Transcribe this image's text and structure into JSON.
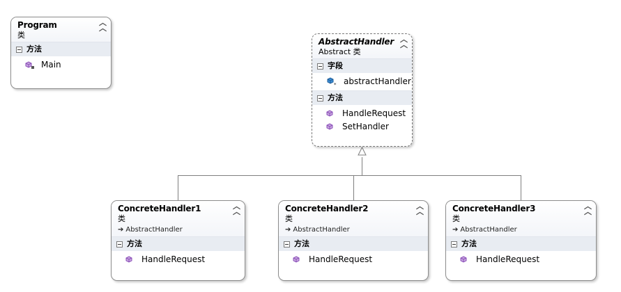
{
  "program": {
    "name": "Program",
    "kind": "类",
    "section_methods": "方法",
    "methods": [
      "Main"
    ]
  },
  "abstract_handler": {
    "name": "AbstractHandler",
    "kind": "Abstract 类",
    "section_fields": "字段",
    "fields": [
      "abstractHandler"
    ],
    "section_methods": "方法",
    "methods": [
      "HandleRequest",
      "SetHandler"
    ]
  },
  "concrete_handlers": [
    {
      "name": "ConcreteHandler1",
      "kind": "类",
      "base": "AbstractHandler",
      "section_methods": "方法",
      "methods": [
        "HandleRequest"
      ]
    },
    {
      "name": "ConcreteHandler2",
      "kind": "类",
      "base": "AbstractHandler",
      "section_methods": "方法",
      "methods": [
        "HandleRequest"
      ]
    },
    {
      "name": "ConcreteHandler3",
      "kind": "类",
      "base": "AbstractHandler",
      "section_methods": "方法",
      "methods": [
        "HandleRequest"
      ]
    }
  ],
  "icons": {
    "collapse": "double-chevron-up-icon",
    "section_toggle": "minus-box-icon",
    "method": "purple-cube-method-icon",
    "private_method": "private-method-icon",
    "field": "blue-field-icon",
    "inheritance": "inheritance-arrow-icon"
  },
  "colors": {
    "method_icon": "#8b4fb8",
    "field_icon": "#1f6fb5",
    "section_bg": "#e8ecf2",
    "border": "#8c8c8c",
    "connector": "#7f7f7f"
  }
}
